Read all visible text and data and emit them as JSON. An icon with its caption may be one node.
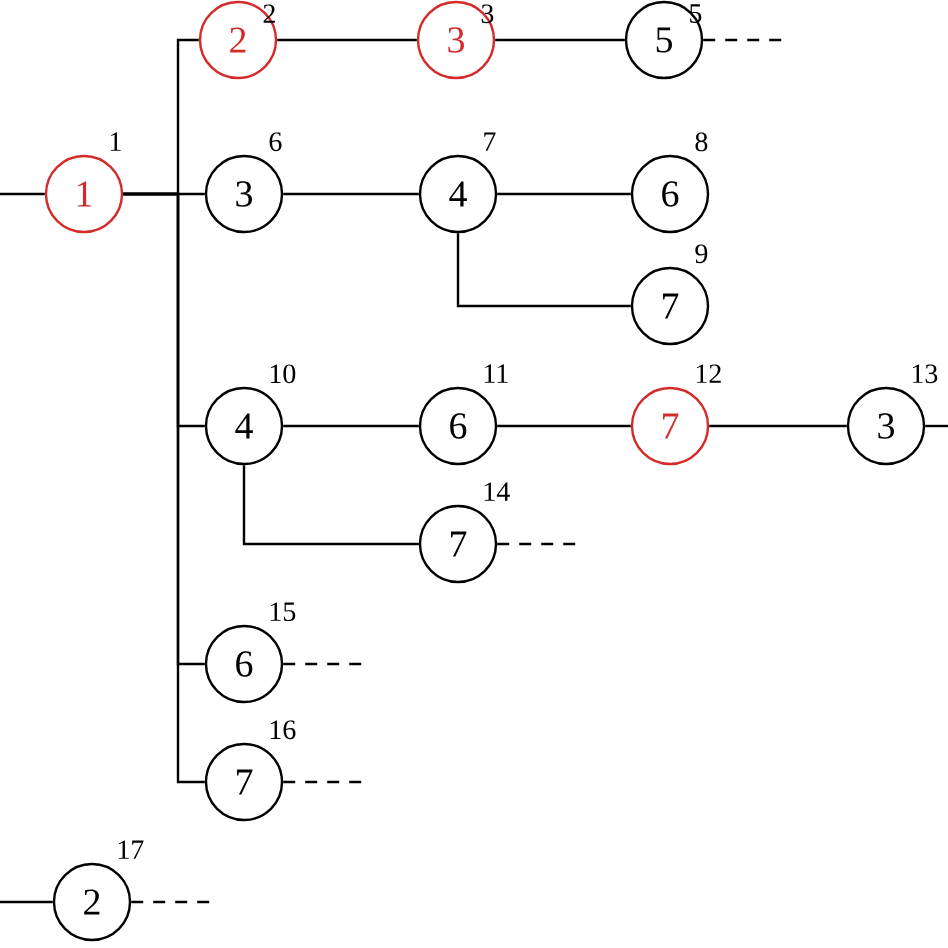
{
  "diagram": {
    "nodes": [
      {
        "text": [
          "1"
        ],
        "beside": [
          "1"
        ]
      },
      {
        "text": [
          "2"
        ],
        "beside": [
          "2"
        ]
      },
      {
        "text": [
          "3"
        ],
        "beside": [
          "3"
        ]
      },
      {
        "text": [
          "5"
        ],
        "beside": [
          "5"
        ]
      },
      {
        "text": [
          "3"
        ],
        "beside": [
          "6"
        ]
      },
      {
        "text": [
          "4"
        ],
        "beside": [
          "7"
        ]
      },
      {
        "text": [
          "6"
        ],
        "beside": [
          "8"
        ]
      },
      {
        "text": [
          "7"
        ],
        "beside": [
          "9"
        ]
      },
      {
        "text": [
          "4"
        ],
        "beside": [
          "10"
        ]
      },
      {
        "text": [
          "6"
        ],
        "beside": [
          "11"
        ]
      },
      {
        "text": [
          "7"
        ],
        "beside": [
          "12"
        ]
      },
      {
        "text": [
          "3"
        ],
        "beside": [
          "13"
        ]
      },
      {
        "text": [
          "7"
        ],
        "beside": [
          "14"
        ]
      },
      {
        "text": [
          "6"
        ],
        "beside": [
          "15"
        ]
      },
      {
        "text": [
          "7"
        ],
        "beside": [
          "16"
        ]
      },
      {
        "text": [
          "2"
        ],
        "beside": [
          "17"
        ]
      }
    ],
    "edges": [
      {
        "from": null,
        "to": 0,
        "arrow": "none"
      },
      {
        "from": 0,
        "to": 1,
        "arrow": "none"
      },
      {
        "from": 0,
        "to": 4,
        "arrow": "none"
      },
      {
        "from": 0,
        "to": 8,
        "arrow": "none"
      },
      {
        "from": 0,
        "to": 13,
        "arrow": "none"
      },
      {
        "from": 0,
        "to": 14,
        "arrow": "none"
      },
      {
        "from": 1,
        "to": 2,
        "arrow": "none"
      },
      {
        "from": 2,
        "to": 3,
        "arrow": "none"
      },
      {
        "from": 3,
        "to": null,
        "arrow": "none",
        "style": "dashed"
      },
      {
        "from": 4,
        "to": 5,
        "arrow": "none"
      },
      {
        "from": 5,
        "to": 6,
        "arrow": "none"
      },
      {
        "from": 5,
        "to": 7,
        "arrow": "none"
      },
      {
        "from": 8,
        "to": 9,
        "arrow": "none"
      },
      {
        "from": 9,
        "to": 10,
        "arrow": "none"
      },
      {
        "from": 10,
        "to": 11,
        "arrow": "none"
      },
      {
        "from": 11,
        "to": null,
        "arrow": "none"
      },
      {
        "from": 8,
        "to": 12,
        "arrow": "none"
      },
      {
        "from": 12,
        "to": null,
        "arrow": "none",
        "style": "dashed"
      },
      {
        "from": 13,
        "to": null,
        "arrow": "none",
        "style": "dashed"
      },
      {
        "from": 14,
        "to": null,
        "arrow": "none",
        "style": "dashed"
      },
      {
        "from": null,
        "to": 15,
        "arrow": "none"
      },
      {
        "from": 15,
        "to": null,
        "arrow": "none",
        "style": "dashed"
      }
    ]
  }
}
